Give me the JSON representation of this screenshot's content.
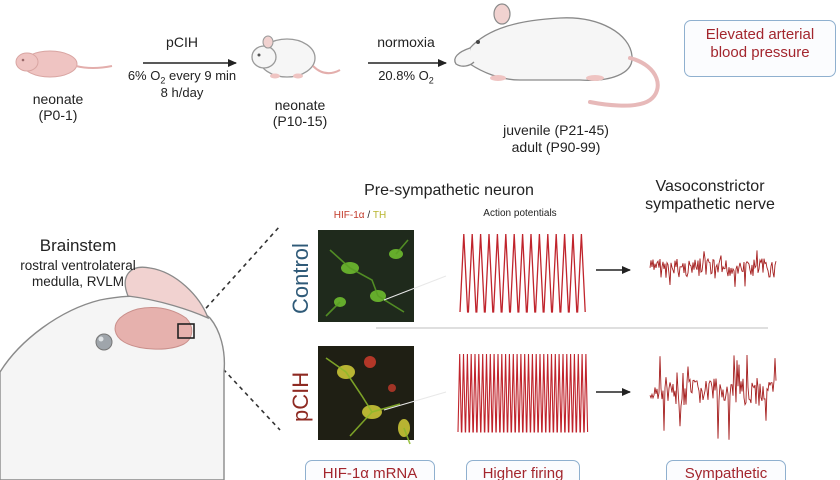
{
  "timeline": {
    "neonate_start": {
      "line1": "neonate",
      "line2": "(P0-1)"
    },
    "pcih_label": "pCIH",
    "pcih_protocol": {
      "line1_pre": "6% O",
      "line1_sub": "2",
      "line1_post": " every 9 min",
      "line2": "8 h/day"
    },
    "neonate_mid": {
      "line1": "neonate",
      "line2": "(P10-15)"
    },
    "normoxia_label": "normoxia",
    "normoxia_o2": {
      "pre": "20.8% O",
      "sub": "2"
    },
    "juvenile": "juvenile (P21-45)",
    "adult": "adult (P90-99)",
    "outcome": {
      "line1": "Elevated arterial",
      "line2": "blood pressure"
    }
  },
  "brainstem": {
    "title": "Brainstem",
    "line1": "rostral ventrolateral",
    "line2": "medulla, RVLM"
  },
  "panel": {
    "pre_sympathetic_title": "Pre-sympathetic neuron",
    "micrograph_legend": {
      "a": "HIF-1α",
      "sep": " / ",
      "b": "TH"
    },
    "action_potentials_label": "Action potentials",
    "nerve_title": {
      "line1": "Vasoconstrictor",
      "line2": "sympathetic nerve"
    },
    "row_control": "Control",
    "row_pcih": "pCIH",
    "bottom_boxes": [
      "HIF-1α mRNA",
      "Higher firing",
      "Sympathetic"
    ]
  },
  "colors": {
    "text": "#222222",
    "control_blue": "#2f5a78",
    "pcih_red": "#8e2a22",
    "box_text_red": "#a3262e",
    "box_border": "#8fb0cf",
    "trace_red": "#a51e1e",
    "trace_dark": "#7a1414",
    "ap_red": "#c0242c",
    "rat_body": "#f5f5f5",
    "rat_outline": "#8a8a8a",
    "rat_tail": "#e7b9b9",
    "pup_pink": "#efc4c2",
    "brain_pink": "#e6b1ad",
    "micro_bg": "#1f2a1c",
    "neuron_green": "#6dbb2e",
    "neuron_yellow": "#c9c436",
    "neuron_red": "#c23a2a"
  }
}
